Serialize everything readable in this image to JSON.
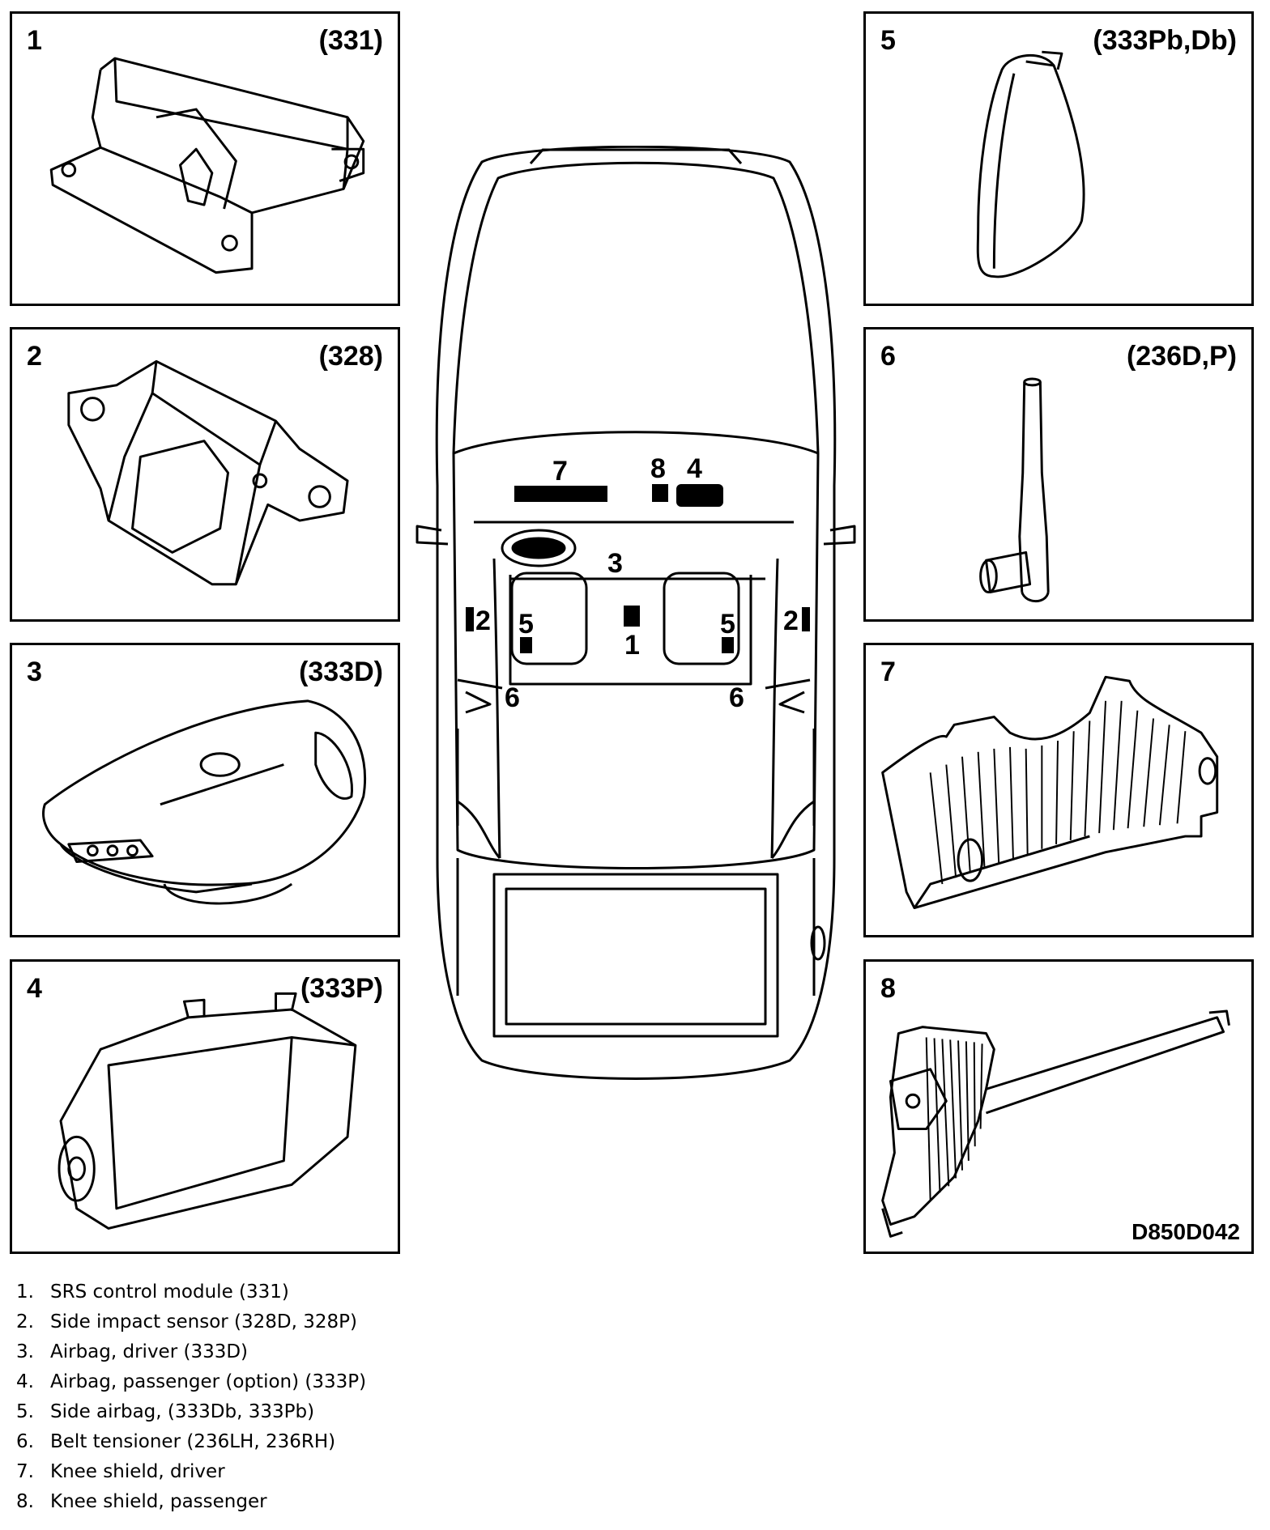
{
  "panels": [
    {
      "number": "1",
      "code": "(331)"
    },
    {
      "number": "2",
      "code": "(328)"
    },
    {
      "number": "3",
      "code": "(333D)"
    },
    {
      "number": "4",
      "code": "(333P)"
    },
    {
      "number": "5",
      "code": "(333Pb,Db)"
    },
    {
      "number": "6",
      "code": "(236D,P)"
    },
    {
      "number": "7",
      "code": ""
    },
    {
      "number": "8",
      "code": ""
    }
  ],
  "figure_reference": "D850D042",
  "car_labels": {
    "knee_shield_driver": "7",
    "knee_shield_passenger": "8",
    "airbag_passenger": "4",
    "airbag_driver": "3",
    "side_sensor_left": "2",
    "side_sensor_right": "2",
    "side_airbag_left": "5",
    "side_airbag_right": "5",
    "control_module": "1",
    "belt_tensioner_left": "6",
    "belt_tensioner_right": "6"
  },
  "legend": [
    {
      "number": "1.",
      "text": "SRS control module (331)"
    },
    {
      "number": "2.",
      "text": "Side impact sensor (328D, 328P)"
    },
    {
      "number": "3.",
      "text": "Airbag, driver (333D)"
    },
    {
      "number": "4.",
      "text": "Airbag, passenger (option) (333P)"
    },
    {
      "number": "5.",
      "text": "Side airbag, (333Db, 333Pb)"
    },
    {
      "number": "6.",
      "text": "Belt tensioner (236LH, 236RH)"
    },
    {
      "number": "7.",
      "text": "Knee shield, driver"
    },
    {
      "number": "8.",
      "text": "Knee shield, passenger"
    }
  ]
}
